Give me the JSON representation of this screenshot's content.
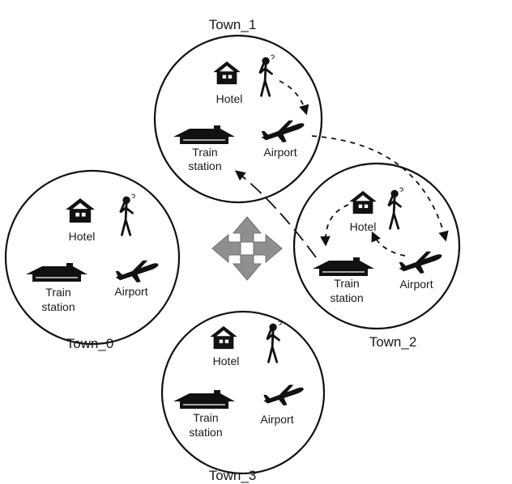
{
  "colors": {
    "ink": "#111111",
    "compass_arrow": "#8f8f8f",
    "background": "#ffffff"
  },
  "icons": [
    "house-icon",
    "person-thinking-icon",
    "airplane-icon",
    "train-station-icon",
    "four-way-arrow-icon"
  ],
  "towns": {
    "town_1": {
      "name": "Town_1",
      "hotel": "Hotel",
      "train_line1": "Train",
      "train_line2": "station",
      "airport": "Airport"
    },
    "town_0": {
      "name": "Town_0",
      "hotel": "Hotel",
      "train_line1": "Train",
      "train_line2": "station",
      "airport": "Airport"
    },
    "town_2": {
      "name": "Town_2",
      "hotel": "Hotel",
      "train_line1": "Train",
      "train_line2": "station",
      "airport": "Airport"
    },
    "town_3": {
      "name": "Town_3",
      "hotel": "Hotel",
      "train_line1": "Train",
      "train_line2": "station",
      "airport": "Airport"
    }
  }
}
